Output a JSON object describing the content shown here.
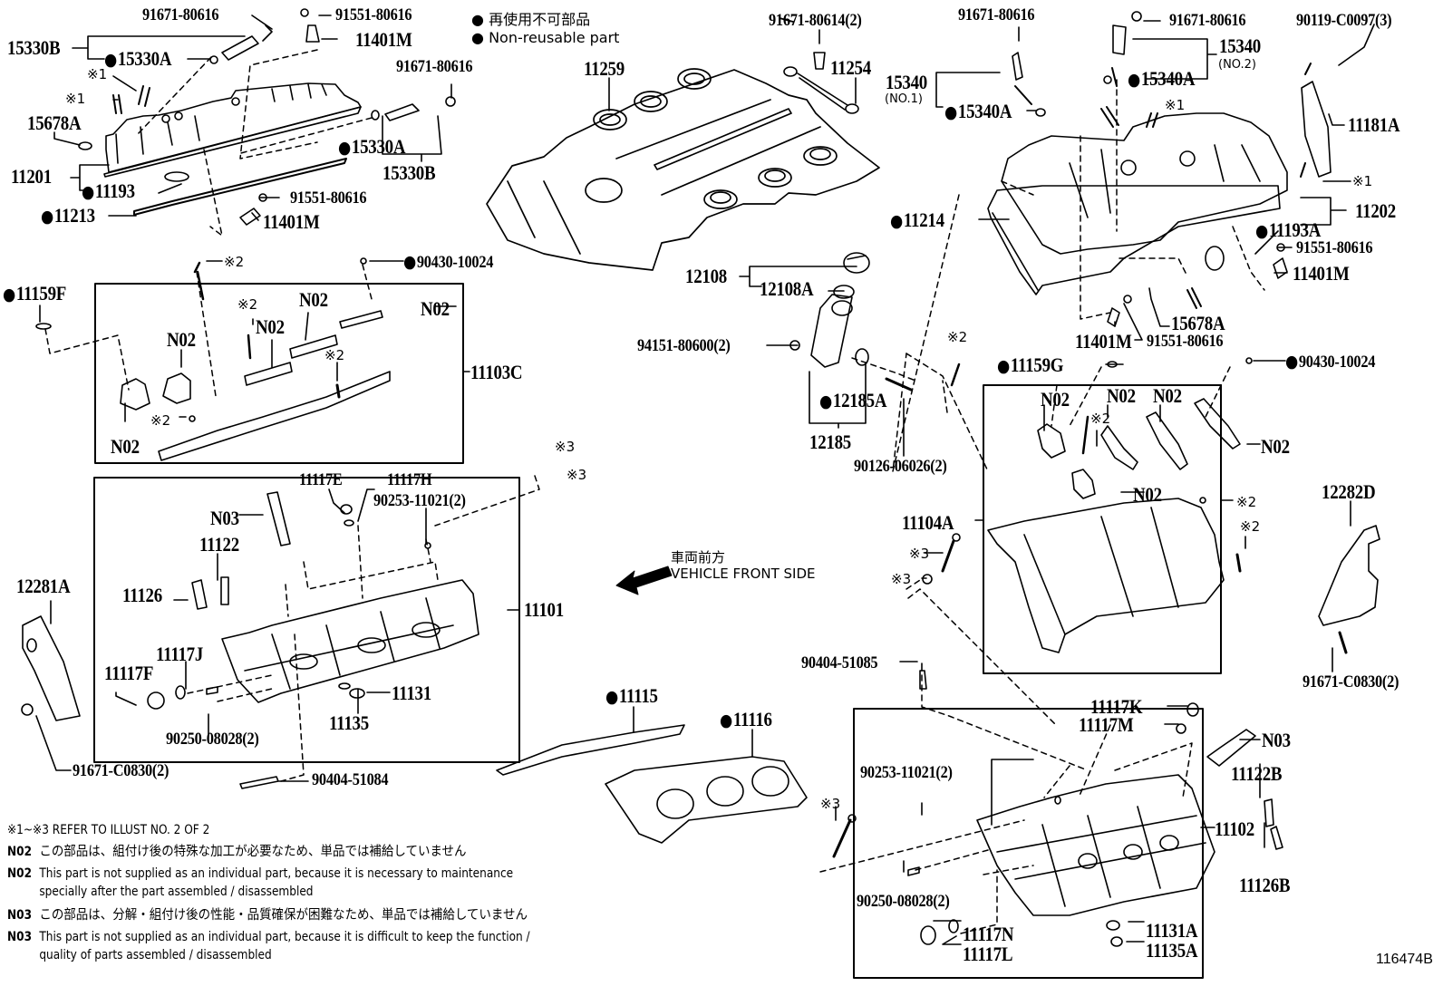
{
  "legend": {
    "jp": "再使用不可部品",
    "en": "Non-reusable part",
    "marker": "●"
  },
  "labels": {
    "p91671_80616_a": "91671-80616",
    "p91551_80616_a": "91551-80616",
    "p15330B_a": "15330B",
    "p15330A_a": "15330A",
    "p11401M_a": "11401M",
    "ref1_a": "※1",
    "ref1_b": "※1",
    "p15678A_a": "15678A",
    "p11201": "11201",
    "p11193": "11193",
    "p11213": "11213",
    "p91671_80616_b": "91671-80616",
    "p15330A_b": "15330A",
    "p15330B_b": "15330B",
    "p91551_80616_b": "91551-80616",
    "p11401M_b": "11401M",
    "p11259": "11259",
    "p91671_80614": "91671-80614(2)",
    "p11254": "11254",
    "p91671_80616_c": "91671-80616",
    "p91671_80616_d": "91671-80616",
    "p90119_C0097": "90119-C0097(3)",
    "p15340_no1": "15340",
    "p15340_no1_sub": "(NO.1)",
    "p15340A_a": "15340A",
    "p15340_no2": "15340",
    "p15340_no2_sub": "(NO.2)",
    "p15340A_b": "15340A",
    "ref1_c": "※1",
    "ref1_d": "※1",
    "p11181A": "11181A",
    "p11214": "11214",
    "p11202": "11202",
    "p11193A": "11193A",
    "p91551_80616_c": "91551-80616",
    "p11401M_c": "11401M",
    "p15678A_b": "15678A",
    "p11401M_d": "11401M",
    "p91551_80616_d": "91551-80616",
    "p12108": "12108",
    "p12108A": "12108A",
    "p94151_80600": "94151-80600(2)",
    "p12185A": "12185A",
    "p12185": "12185",
    "p90126_06026": "90126-06026(2)",
    "ref2_a": "※2",
    "p90430_10024_a": "90430-10024",
    "p11159F": "11159F",
    "n02_a": "N02",
    "n02_b": "N02",
    "n02_c": "N02",
    "n02_d": "N02",
    "n02_e": "N02",
    "ref2_b": "※2",
    "ref2_c": "※2",
    "ref2_d": "※2",
    "p11103C": "11103C",
    "ref3_a": "※3",
    "ref3_b": "※3",
    "ref2_e": "※2",
    "p11159G": "11159G",
    "p90430_10024_b": "90430-10024",
    "n02_f": "N02",
    "n02_g": "N02",
    "n02_h": "N02",
    "n02_i": "N02",
    "n02_j": "N02",
    "ref2_f": "※2",
    "ref2_g": "※2",
    "ref2_h": "※2",
    "p11104A": "11104A",
    "ref3_c": "※3",
    "ref3_d": "※3",
    "p12282D": "12282D",
    "p91671_C0830_b": "91671-C0830(2)",
    "p11117E": "11117E",
    "p11117H": "11117H",
    "p90253_11021_a": "90253-11021(2)",
    "n03_a": "N03",
    "p11122": "11122",
    "p11126": "11126",
    "p11101": "11101",
    "p12281A": "12281A",
    "p11117J": "11117J",
    "p11117F": "11117F",
    "p11131": "11131",
    "p11135": "11135",
    "p90250_08028_a": "90250-08028(2)",
    "p91671_C0830_a": "91671-C0830(2)",
    "p90404_51084": "90404-51084",
    "p11115": "11115",
    "p11116": "11116",
    "p90404_51085": "90404-51085",
    "p11117K": "11117K",
    "p11117M": "11117M",
    "n03_b": "N03",
    "p11122B": "11122B",
    "p90253_11021_b": "90253-11021(2)",
    "p11102": "11102",
    "p11126B": "11126B",
    "ref3_e": "※3",
    "p90250_08028_b": "90250-08028(2)",
    "p11117N": "11117N",
    "p11117L": "11117L",
    "p11131A": "11131A",
    "p11135A": "11135A"
  },
  "front": {
    "jp": "車両前方",
    "en": "VEHICLE FRONT SIDE"
  },
  "notes": {
    "ref": "※1~※3  REFER TO ILLUST NO. 2 OF 2",
    "n02_tag": "N02",
    "n02_jp": "この部品は、組付け後の特殊な加工が必要なため、単品では補給していません",
    "n02_en_1": "This part is not supplied as an individual part, because it is necessary to maintenance",
    "n02_en_2": "specially after the part assembled / disassembled",
    "n03_tag": "N03",
    "n03_jp": "この部品は、分解・組付け後の性能・品質確保が困難なため、単品では補給していません",
    "n03_en_1": "This part is not supplied as an individual part, because it is difficult to keep the function /",
    "n03_en_2": "quality of parts  assembled / disassembled"
  },
  "illustration_number": "116474B"
}
